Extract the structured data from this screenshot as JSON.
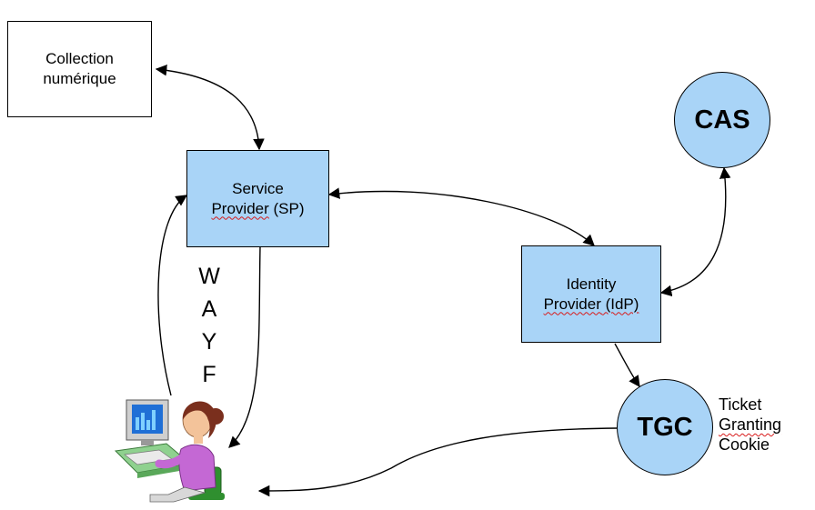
{
  "nodes": {
    "collection": {
      "line1": "Collection",
      "line2": "numérique"
    },
    "sp": {
      "line1": "Service",
      "line2_a": "Provider",
      "line2_b": " (SP)"
    },
    "idp": {
      "line1": "Identity",
      "line2_a": "Provider",
      "line2_b": " (IdP)"
    },
    "cas": {
      "label": "CAS"
    },
    "tgc": {
      "label": "TGC"
    }
  },
  "wayf": [
    "W",
    "A",
    "Y",
    "F"
  ],
  "tgc_note": [
    "Ticket",
    "Granting",
    "Cookie"
  ],
  "colors": {
    "box_fill": "#a9d4f7",
    "spellcheck_underline": "#d81b1b"
  },
  "icons": {
    "user": "user-at-computer-icon"
  }
}
